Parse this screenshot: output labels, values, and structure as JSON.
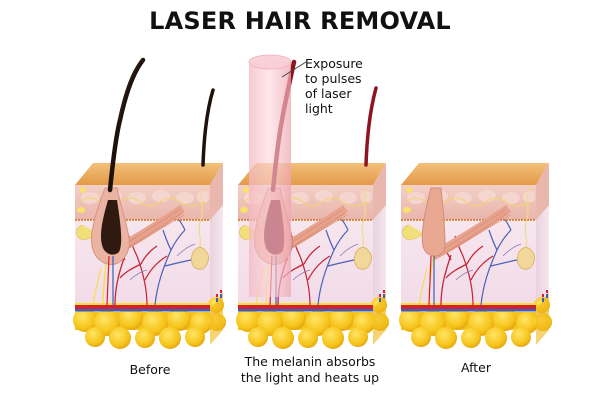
{
  "title": "LASER HAIR REMOVAL",
  "callout": {
    "lines": [
      "Exposure",
      "to pulses",
      "of laser",
      "light"
    ]
  },
  "panels": [
    {
      "id": "before",
      "label_lines": [
        "Before"
      ],
      "hair_color": "#2a1a12",
      "follicle_color": "#3a2416"
    },
    {
      "id": "during",
      "label_lines": [
        "The melanin absorbs",
        "the light and heats up"
      ],
      "hair_color": "#8e1420",
      "follicle_color": "#7a0f1c"
    },
    {
      "id": "after",
      "label_lines": [
        "After"
      ],
      "hair_color": "none",
      "follicle_color": "#e8a894"
    }
  ],
  "colors": {
    "skin_top": "#e9a85a",
    "epidermis": "#efc3bb",
    "dermis": "#f6e2ec",
    "fat": "#f4c41c",
    "artery": "#d62030",
    "vein": "#3a5fb8",
    "nerve": "#f3df3a",
    "laser": "#f2b8c0"
  }
}
